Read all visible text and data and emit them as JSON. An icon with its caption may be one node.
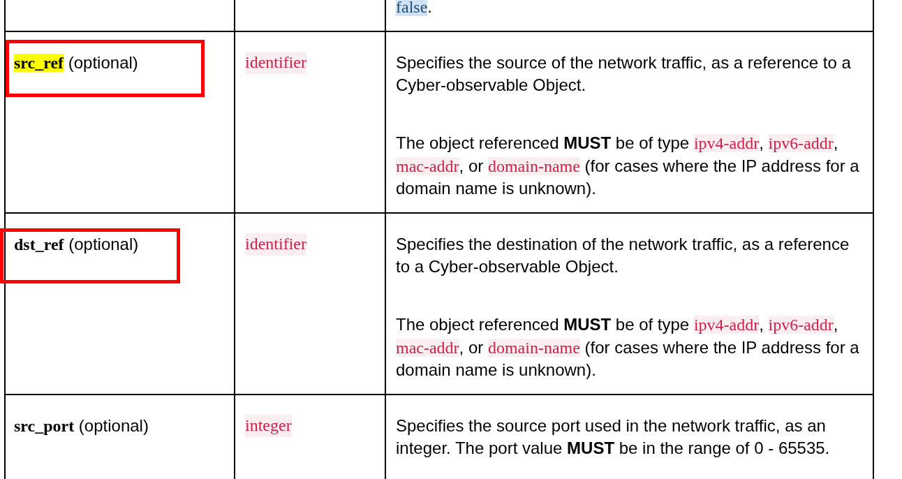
{
  "diagram": {
    "labels": [
      "*false*.",
      "**src_ref** (optional)",
      "identifier",
      "Specifies the source of the network traffic, as a reference to a Cyber-observable Object.",
      "The object referenced **MUST** be of type *ipv4-addr*, *ipv6-addr*, *mac-addr*, or *domain-name* (for cases where the IP address for a domain name is unknown).",
      "**dst_ref** (optional)",
      "identifier",
      "Specifies the destination of the network traffic, as a reference to a Cyber-observable Object.",
      "The object referenced **MUST** be of type *ipv4-addr*, *ipv6-addr*, *mac-addr*, or *domain-name* (for cases where the IP address for a domain name is unknown).",
      "**src_port** (optional)",
      "integer",
      "Specifies the source port used in the network traffic, as an integer. The port value **MUST** be in the range of 0 - 65535."
    ]
  }
}
